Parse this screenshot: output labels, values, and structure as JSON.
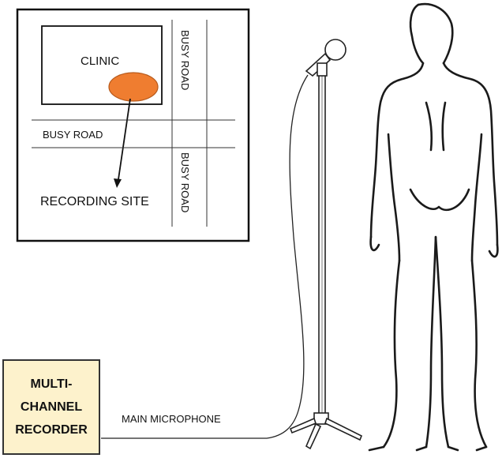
{
  "map": {
    "clinic_label": "CLINIC",
    "road_horizontal_label": "BUSY ROAD",
    "road_vertical_top_label": "BUSY ROAD",
    "road_vertical_bottom_label": "BUSY ROAD",
    "recording_site_label": "RECORDING SITE",
    "site_marker_color": "#ef7d30"
  },
  "recorder": {
    "label": "MULTI-CHANNEL RECORDER",
    "fill_color": "#fdf2cc"
  },
  "microphone": {
    "label": "MAIN MICROPHONE"
  },
  "icons": [
    "microphone-icon",
    "human-figure-icon"
  ]
}
